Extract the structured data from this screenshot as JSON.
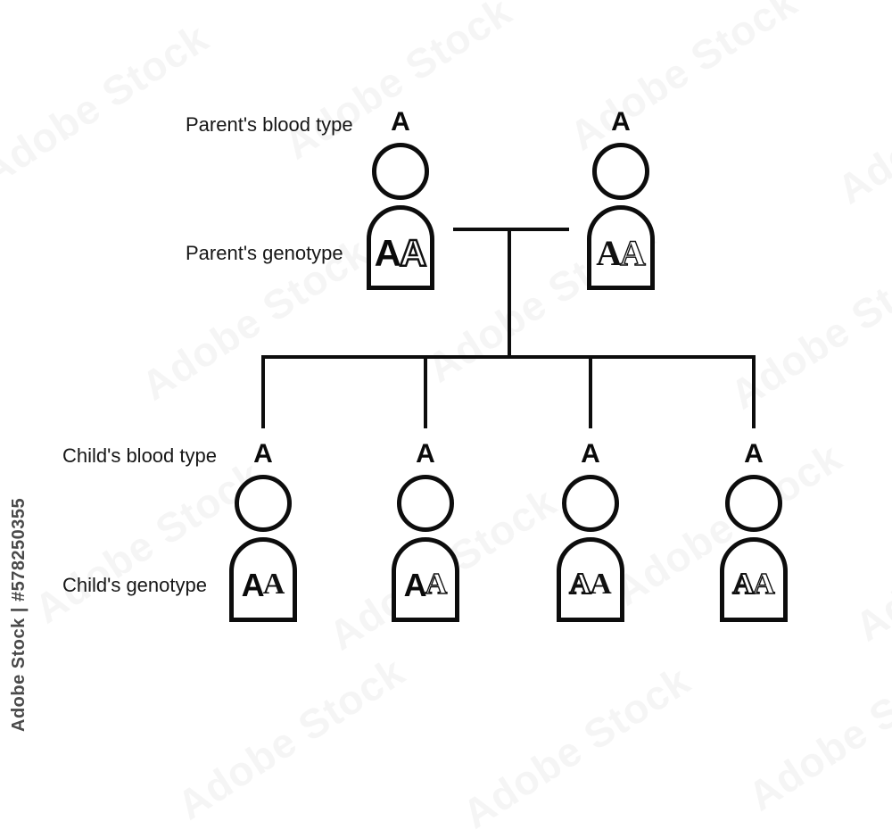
{
  "watermark": {
    "tile_text": "Adobe Stock",
    "side_text": "Adobe Stock | #578250355",
    "side_color": "#4a4a4a"
  },
  "labels": {
    "parent_blood_type": "Parent's blood type",
    "parent_genotype": "Parent's genotype",
    "child_blood_type": "Child's blood type",
    "child_genotype": "Child's genotype"
  },
  "diagram": {
    "line_color": "#0d0d0d",
    "parents": [
      {
        "blood_type": "A",
        "alleles": [
          {
            "letter": "A",
            "variant": "bold-solid"
          },
          {
            "letter": "A",
            "variant": "bold-outline"
          }
        ]
      },
      {
        "blood_type": "A",
        "alleles": [
          {
            "letter": "A",
            "variant": "serif-solid"
          },
          {
            "letter": "A",
            "variant": "serif-outline"
          }
        ]
      }
    ],
    "children": [
      {
        "blood_type": "A",
        "alleles": [
          {
            "letter": "A",
            "variant": "bold-solid"
          },
          {
            "letter": "A",
            "variant": "serif-solid"
          }
        ]
      },
      {
        "blood_type": "A",
        "alleles": [
          {
            "letter": "A",
            "variant": "bold-solid"
          },
          {
            "letter": "A",
            "variant": "serif-outline"
          }
        ]
      },
      {
        "blood_type": "A",
        "alleles": [
          {
            "letter": "A",
            "variant": "serif-outline-bold"
          },
          {
            "letter": "A",
            "variant": "serif-solid"
          }
        ]
      },
      {
        "blood_type": "A",
        "alleles": [
          {
            "letter": "A",
            "variant": "serif-outline-bold"
          },
          {
            "letter": "A",
            "variant": "serif-outline"
          }
        ]
      }
    ]
  }
}
